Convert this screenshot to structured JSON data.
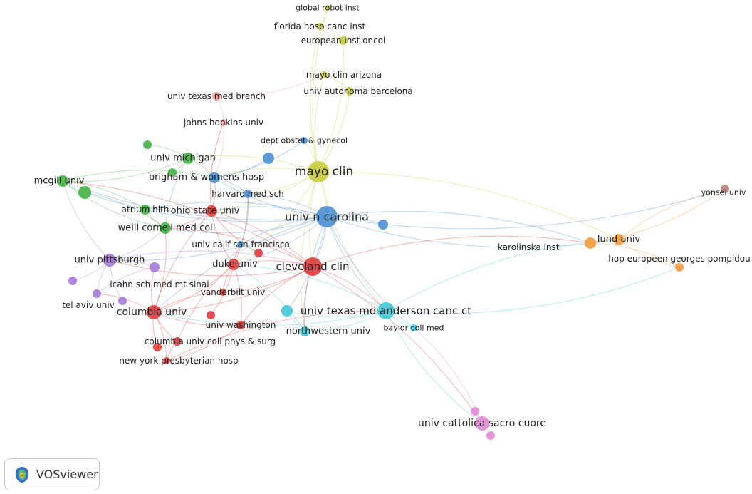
{
  "app_name": "VOSviewer",
  "clusters": {
    "red": "#e23b3b",
    "green": "#44b244",
    "blue": "#4a90d4",
    "yellow": "#c9cc3a",
    "purple": "#a67ad8",
    "cyan": "#40c8d8",
    "orange": "#f39a3c",
    "brown": "#b8847c",
    "pink": "#e38ad6",
    "salmon": "#ee9c9a"
  },
  "nodes": [
    {
      "id": "mayo_clin",
      "label": "mayo clin",
      "cluster": "yellow"
    },
    {
      "id": "global_robot",
      "label": "global robot inst",
      "cluster": "yellow"
    },
    {
      "id": "florida_hosp",
      "label": "florida hosp canc inst",
      "cluster": "yellow"
    },
    {
      "id": "european_inst",
      "label": "european inst oncol",
      "cluster": "yellow"
    },
    {
      "id": "mayo_arizona",
      "label": "mayo clin arizona",
      "cluster": "yellow"
    },
    {
      "id": "autonoma",
      "label": "univ autonoma barcelona",
      "cluster": "yellow"
    },
    {
      "id": "unc",
      "label": "univ n carolina",
      "cluster": "blue"
    },
    {
      "id": "dept_obstet",
      "label": "dept obstet & gynecol",
      "cluster": "blue"
    },
    {
      "id": "brigham",
      "label": "brigham & womens hosp",
      "cluster": "blue"
    },
    {
      "id": "harvard",
      "label": "harvard med sch",
      "cluster": "blue"
    },
    {
      "id": "ucsf",
      "label": "univ calif san francisco",
      "cluster": "blue"
    },
    {
      "id": "blue_a",
      "label": "",
      "cluster": "blue"
    },
    {
      "id": "blue_b",
      "label": "",
      "cluster": "blue"
    },
    {
      "id": "cleveland",
      "label": "cleveland clin",
      "cluster": "red"
    },
    {
      "id": "ohio",
      "label": "ohio state univ",
      "cluster": "red"
    },
    {
      "id": "duke",
      "label": "duke univ",
      "cluster": "red"
    },
    {
      "id": "columbia",
      "label": "columbia univ",
      "cluster": "red"
    },
    {
      "id": "vanderbilt",
      "label": "vanderbilt univ",
      "cluster": "red"
    },
    {
      "id": "uwash",
      "label": "univ washington",
      "cluster": "red"
    },
    {
      "id": "columbia_ps",
      "label": "columbia univ coll phys & surg",
      "cluster": "red"
    },
    {
      "id": "nyp",
      "label": "new york presbyterian hosp",
      "cluster": "red"
    },
    {
      "id": "red_a",
      "label": "",
      "cluster": "red"
    },
    {
      "id": "red_b",
      "label": "",
      "cluster": "red"
    },
    {
      "id": "red_c",
      "label": "",
      "cluster": "red"
    },
    {
      "id": "michigan",
      "label": "univ michigan",
      "cluster": "green"
    },
    {
      "id": "mcgill",
      "label": "mcgill univ",
      "cluster": "green"
    },
    {
      "id": "atrium",
      "label": "atrium hlth",
      "cluster": "green"
    },
    {
      "id": "weill",
      "label": "weill cornell med coll",
      "cluster": "green"
    },
    {
      "id": "green_a",
      "label": "",
      "cluster": "green"
    },
    {
      "id": "green_b",
      "label": "",
      "cluster": "green"
    },
    {
      "id": "green_c",
      "label": "",
      "cluster": "green"
    },
    {
      "id": "pittsburgh",
      "label": "univ pittsburgh",
      "cluster": "purple"
    },
    {
      "id": "icahn",
      "label": "icahn sch med mt sinai",
      "cluster": "purple"
    },
    {
      "id": "telaviv",
      "label": "tel aviv univ",
      "cluster": "purple"
    },
    {
      "id": "purple_a",
      "label": "",
      "cluster": "purple"
    },
    {
      "id": "purple_b",
      "label": "",
      "cluster": "purple"
    },
    {
      "id": "md_anderson",
      "label": "univ texas md anderson canc ct",
      "cluster": "cyan"
    },
    {
      "id": "northwestern",
      "label": "northwestern univ",
      "cluster": "cyan"
    },
    {
      "id": "baylor",
      "label": "baylor coll med",
      "cluster": "cyan"
    },
    {
      "id": "cyan_a",
      "label": "",
      "cluster": "cyan"
    },
    {
      "id": "karolinska",
      "label": "karolinska inst",
      "cluster": "orange"
    },
    {
      "id": "lund",
      "label": "lund univ",
      "cluster": "orange"
    },
    {
      "id": "pompidou",
      "label": "hop europeen georges pompidou",
      "cluster": "orange"
    },
    {
      "id": "yonsei",
      "label": "yonsei univ",
      "cluster": "brown"
    },
    {
      "id": "cattolica",
      "label": "univ cattolica sacro cuore",
      "cluster": "pink"
    },
    {
      "id": "pink_a",
      "label": "",
      "cluster": "pink"
    },
    {
      "id": "pink_b",
      "label": "",
      "cluster": "pink"
    },
    {
      "id": "utmb",
      "label": "univ texas med branch",
      "cluster": "salmon"
    },
    {
      "id": "jhu",
      "label": "johns hopkins univ",
      "cluster": "salmon"
    }
  ],
  "links": [
    [
      "mayo_clin",
      "unc"
    ],
    [
      "mayo_clin",
      "cleveland"
    ],
    [
      "mayo_clin",
      "mayo_arizona"
    ],
    [
      "mayo_clin",
      "autonoma"
    ],
    [
      "mayo_clin",
      "florida_hosp"
    ],
    [
      "mayo_clin",
      "european_inst"
    ],
    [
      "mayo_clin",
      "global_robot"
    ],
    [
      "mayo_clin",
      "brigham"
    ],
    [
      "mayo_clin",
      "harvard"
    ],
    [
      "mayo_clin",
      "md_anderson"
    ],
    [
      "mayo_clin",
      "duke"
    ],
    [
      "mayo_clin",
      "michigan"
    ],
    [
      "mayo_clin",
      "lund"
    ],
    [
      "mayo_clin",
      "dept_obstet"
    ],
    [
      "mayo_clin",
      "ohio"
    ],
    [
      "mayo_clin",
      "northwestern"
    ],
    [
      "unc",
      "cleveland"
    ],
    [
      "unc",
      "md_anderson"
    ],
    [
      "unc",
      "duke"
    ],
    [
      "unc",
      "harvard"
    ],
    [
      "unc",
      "brigham"
    ],
    [
      "unc",
      "lund"
    ],
    [
      "unc",
      "karolinska"
    ],
    [
      "unc",
      "yonsei"
    ],
    [
      "unc",
      "blue_b"
    ],
    [
      "unc",
      "ohio"
    ],
    [
      "unc",
      "weill"
    ],
    [
      "unc",
      "atrium"
    ],
    [
      "unc",
      "mcgill"
    ],
    [
      "unc",
      "columbia"
    ],
    [
      "unc",
      "pittsburgh"
    ],
    [
      "unc",
      "northwestern"
    ],
    [
      "unc",
      "cyan_a"
    ],
    [
      "unc",
      "baylor"
    ],
    [
      "unc",
      "green_c"
    ],
    [
      "unc",
      "ucsf"
    ],
    [
      "cleveland",
      "md_anderson"
    ],
    [
      "cleveland",
      "duke"
    ],
    [
      "cleveland",
      "columbia"
    ],
    [
      "cleveland",
      "ohio"
    ],
    [
      "cleveland",
      "karolinska"
    ],
    [
      "cleveland",
      "northwestern"
    ],
    [
      "cleveland",
      "pittsburgh"
    ],
    [
      "cleveland",
      "mcgill"
    ],
    [
      "cleveland",
      "cattolica"
    ],
    [
      "cleveland",
      "weill"
    ],
    [
      "cleveland",
      "vanderbilt"
    ],
    [
      "cleveland",
      "uwash"
    ],
    [
      "md_anderson",
      "lund"
    ],
    [
      "md_anderson",
      "cattolica"
    ],
    [
      "md_anderson",
      "northwestern"
    ],
    [
      "md_anderson",
      "baylor"
    ],
    [
      "md_anderson",
      "columbia"
    ],
    [
      "md_anderson",
      "duke"
    ],
    [
      "md_anderson",
      "cyan_a"
    ],
    [
      "md_anderson",
      "pompidou"
    ],
    [
      "karolinska",
      "lund"
    ],
    [
      "lund",
      "pompidou"
    ],
    [
      "lund",
      "yonsei"
    ],
    [
      "karolinska",
      "yonsei"
    ],
    [
      "karolinska",
      "pompidou"
    ],
    [
      "columbia",
      "columbia_ps"
    ],
    [
      "columbia",
      "nyp"
    ],
    [
      "columbia",
      "duke"
    ],
    [
      "columbia",
      "icahn"
    ],
    [
      "columbia",
      "telaviv"
    ],
    [
      "columbia",
      "vanderbilt"
    ],
    [
      "columbia",
      "uwash"
    ],
    [
      "columbia",
      "ohio"
    ],
    [
      "columbia",
      "weill"
    ],
    [
      "duke",
      "ohio"
    ],
    [
      "duke",
      "vanderbilt"
    ],
    [
      "duke",
      "uwash"
    ],
    [
      "duke",
      "harvard"
    ],
    [
      "duke",
      "ucsf"
    ],
    [
      "duke",
      "columbia_ps"
    ],
    [
      "ohio",
      "weill"
    ],
    [
      "ohio",
      "brigham"
    ],
    [
      "ohio",
      "jhu"
    ],
    [
      "ohio",
      "red_a"
    ],
    [
      "pittsburgh",
      "icahn"
    ],
    [
      "pittsburgh",
      "telaviv"
    ],
    [
      "pittsburgh",
      "purple_a"
    ],
    [
      "pittsburgh",
      "purple_b"
    ],
    [
      "pittsburgh",
      "mcgill"
    ],
    [
      "pittsburgh",
      "weill"
    ],
    [
      "pittsburgh",
      "cleveland"
    ],
    [
      "mcgill",
      "michigan"
    ],
    [
      "mcgill",
      "atrium"
    ],
    [
      "mcgill",
      "weill"
    ],
    [
      "mcgill",
      "brigham"
    ],
    [
      "mcgill",
      "green_c"
    ],
    [
      "michigan",
      "brigham"
    ],
    [
      "michigan",
      "green_a"
    ],
    [
      "michigan",
      "green_b"
    ],
    [
      "michigan",
      "weill"
    ],
    [
      "brigham",
      "harvard"
    ],
    [
      "brigham",
      "blue_a"
    ],
    [
      "harvard",
      "ucsf"
    ],
    [
      "brigham",
      "dept_obstet"
    ],
    [
      "utmb",
      "jhu"
    ],
    [
      "jhu",
      "ohio"
    ],
    [
      "jhu",
      "brigham"
    ],
    [
      "utmb",
      "mayo_arizona"
    ],
    [
      "nyp",
      "columbia_ps"
    ],
    [
      "nyp",
      "uwash"
    ],
    [
      "nyp",
      "md_anderson"
    ],
    [
      "cattolica",
      "pink_a"
    ],
    [
      "cattolica",
      "pink_b"
    ],
    [
      "cattolica",
      "baylor"
    ],
    [
      "northwestern",
      "cyan_a"
    ],
    [
      "northwestern",
      "duke"
    ],
    [
      "mayo_arizona",
      "autonoma"
    ],
    [
      "florida_hosp",
      "european_inst"
    ],
    [
      "global_robot",
      "florida_hosp"
    ],
    [
      "red_b",
      "duke"
    ],
    [
      "red_c",
      "columbia"
    ],
    [
      "atrium",
      "weill"
    ],
    [
      "green_c",
      "weill"
    ],
    [
      "icahn",
      "telaviv"
    ]
  ]
}
